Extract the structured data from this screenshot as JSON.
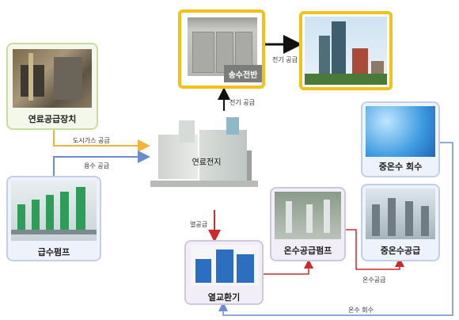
{
  "nodes": {
    "fuel_supply": "연료공급장치",
    "water_pump": "급수펌프",
    "fuel_cell": "연료전지",
    "transmission_panel": "송수전반",
    "heat_exchanger": "열교환기",
    "hot_water_pump": "온수공급펌프",
    "hot_water_recovery": "중온수 회수",
    "hot_water_supply": "중온수공급"
  },
  "flows": {
    "city_gas": "도시가스 공급",
    "water_supply": "용수 공급",
    "power_supply_up": "전기 공급",
    "power_supply_right": "전기 공급",
    "heat_supply": "열공급",
    "hot_water_supply_flow": "온수공급",
    "hot_water_return": "온수 회수"
  },
  "colors": {
    "arrow_orange": "#f2b33d",
    "arrow_blue": "#6b8ccf",
    "arrow_red": "#cc2b2b",
    "arrow_black": "#111111",
    "highlight_yellow": "#f2c21a"
  }
}
